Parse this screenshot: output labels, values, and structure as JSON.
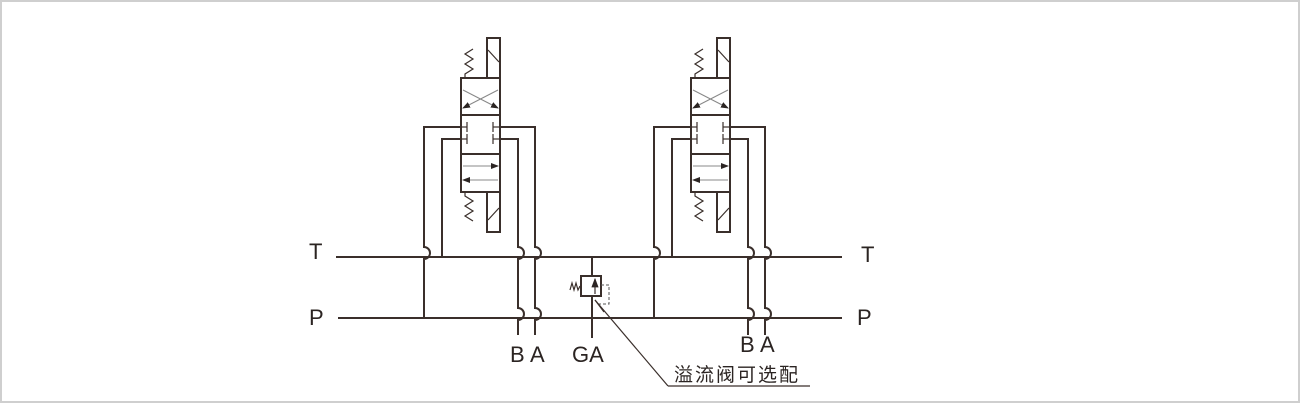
{
  "diagram": {
    "type": "hydraulic-schematic",
    "description": "Two solenoid-operated directional valves on shared pressure and tank lines with optional relief valve",
    "lines": {
      "tank_label_left": "T",
      "tank_label_right": "T",
      "pressure_label_left": "P",
      "pressure_label_right": "P"
    },
    "ports": {
      "valve1_b": "B",
      "valve1_a": "A",
      "gauge": "GA",
      "valve2_b": "B",
      "valve2_a": "A"
    },
    "valves": [
      {
        "name": "directional-valve-1",
        "positions": 3,
        "actuation": "solenoid",
        "return": "spring"
      },
      {
        "name": "directional-valve-2",
        "positions": 3,
        "actuation": "solenoid",
        "return": "spring"
      }
    ],
    "relief_valve": {
      "callout": "溢流阀可选配"
    },
    "colors": {
      "line": "#3a2f2b",
      "frame": "#cfcfcf",
      "background": "#ffffff"
    }
  }
}
